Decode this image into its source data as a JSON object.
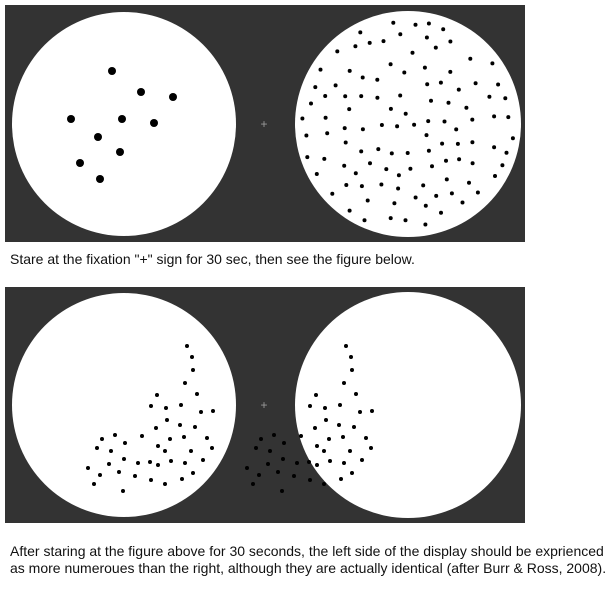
{
  "colors": {
    "background": "#333333",
    "disc": "#ffffff",
    "dot": "#000000",
    "fixation": "#9a9a9a",
    "text": "#111111"
  },
  "fixation_symbol": "+",
  "panels": [
    {
      "id": "adaptation",
      "left_dot_count": 10,
      "right_dot_count": 110
    },
    {
      "id": "test",
      "left_dot_count": 46,
      "right_dot_count": 46
    }
  ],
  "captions": {
    "top": "Stare at the fixation \"+\" sign for 30 sec, then see the figure below.",
    "bottom": "After staring at the figure above for 30 seconds, the left side of the display should be exprienced as more numeroues than the right, although they are actually identical (after Burr & Ross, 2008)."
  }
}
